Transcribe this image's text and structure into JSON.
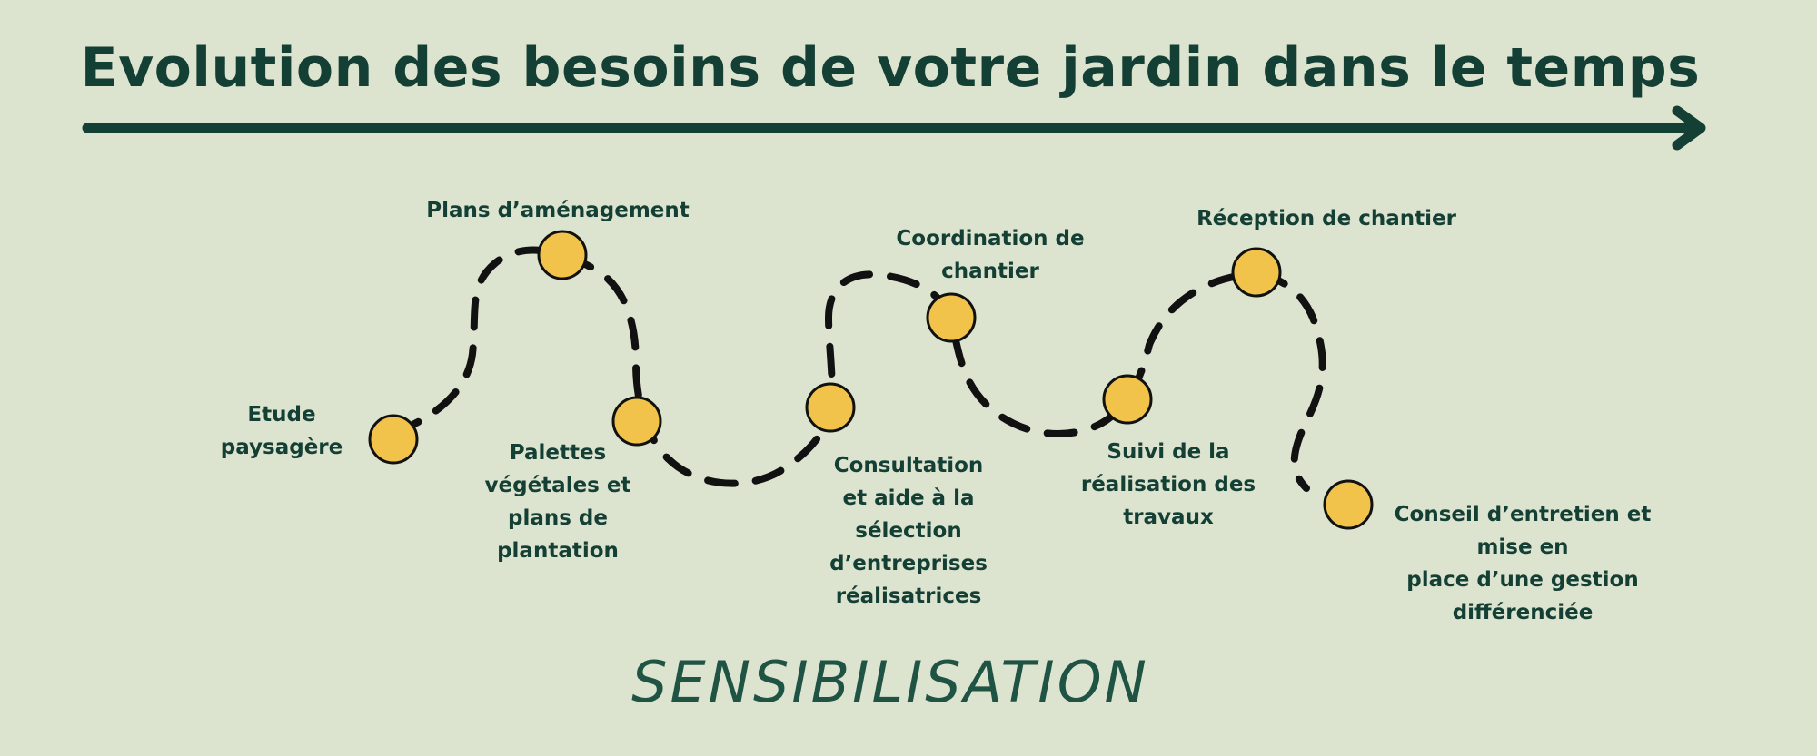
{
  "title": "Evolution des besoins de votre jardin dans le temps",
  "colors": {
    "background": "#dce3cf",
    "ink": "#143f35",
    "milestone_fill": "#f2c34a",
    "path": "#111111"
  },
  "timeline_arrow_icon": "arrow-right-icon",
  "steps": [
    "Etude\npaysagère",
    "Plans d’aménagement",
    "Palettes\nvégétales et\nplans de\nplantation",
    "Consultation\net aide à la\nsélection\nd’entreprises\nréalisatrices",
    "Coordination de\nchantier",
    "Suivi de la\nréalisation des\ntravaux",
    "Réception de chantier",
    "Conseil d’entretien et mise en\nplace d’une gestion différenciée"
  ],
  "footer": "SENSIBILISATION"
}
